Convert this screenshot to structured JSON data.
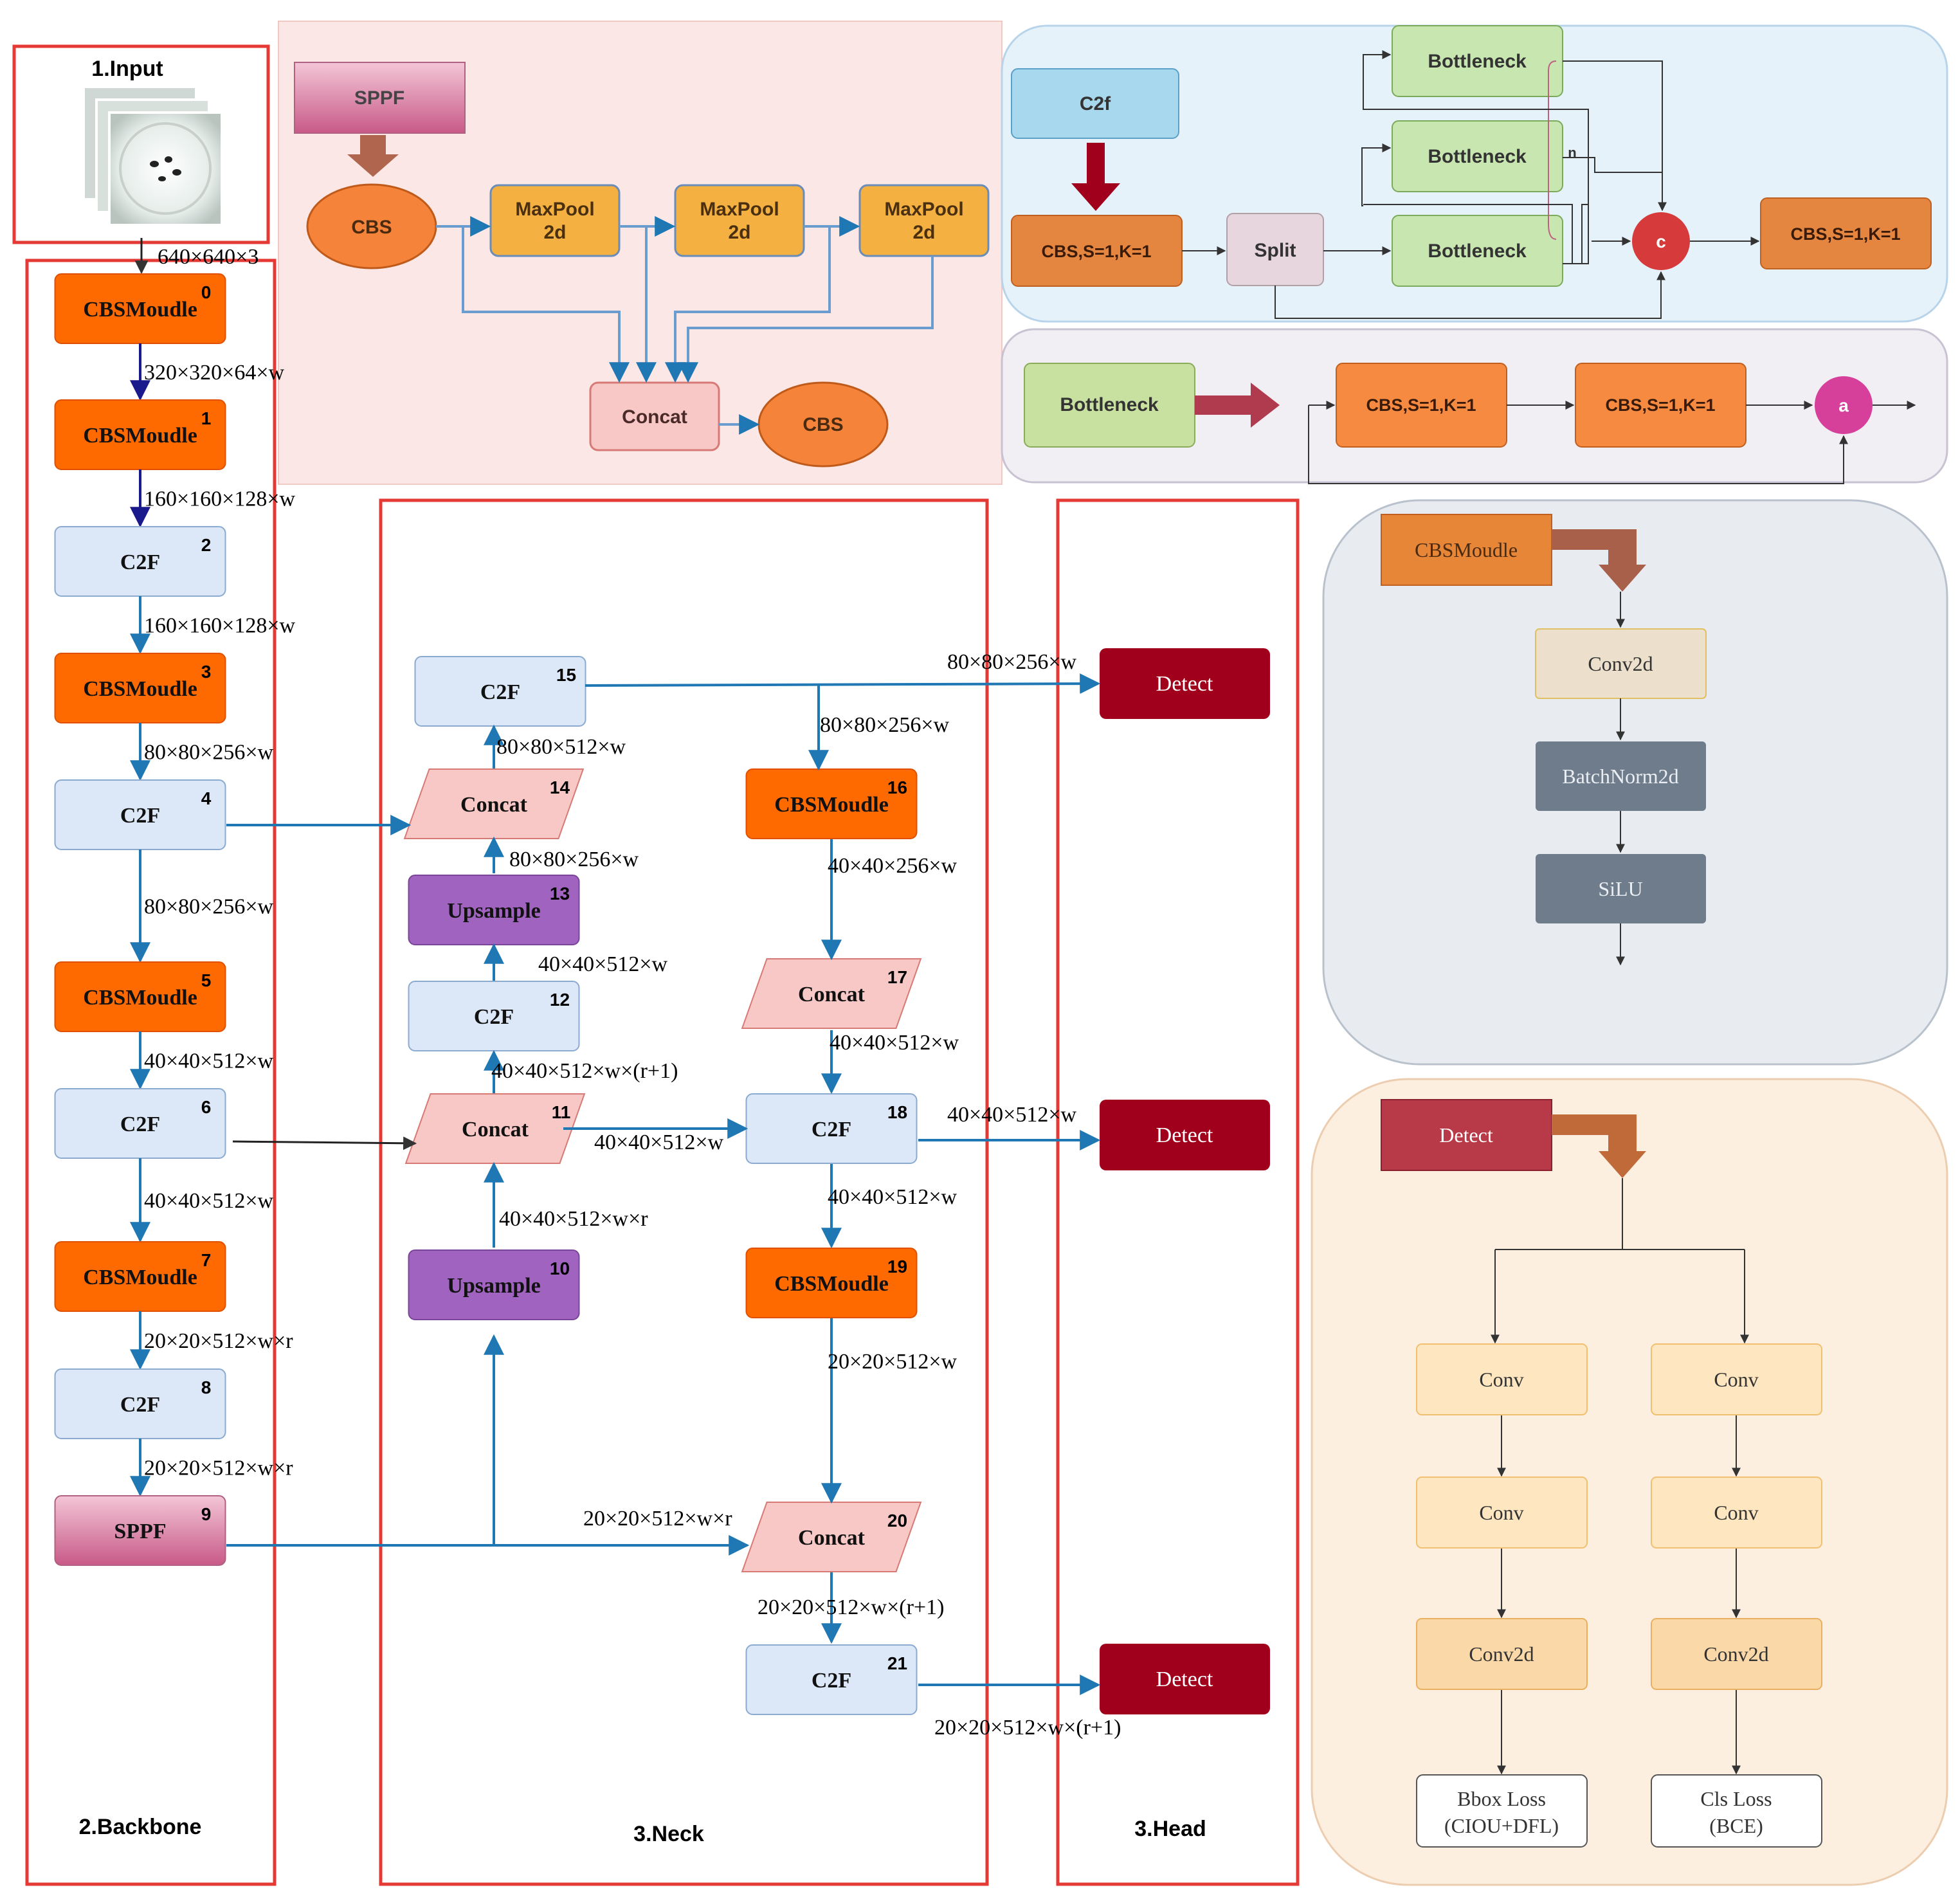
{
  "colors": {
    "red_frame": "#e53935",
    "orange_cbs": "#ff6a00",
    "light_blue": "#dce8f8",
    "purple": "#a064c0",
    "pink": "#f8c8c6",
    "dark_red": "#a0001c",
    "arrow_blue": "#1f77b4"
  },
  "sections": {
    "input": "1.Input",
    "backbone": "2.Backbone",
    "neck": "3.Neck",
    "head": "3.Head"
  },
  "input_size": "640×640×3",
  "icon": "petri-dish-image",
  "backbone": [
    {
      "label": "CBSMoudle",
      "idx": "0",
      "out": "320×320×64×w"
    },
    {
      "label": "CBSMoudle",
      "idx": "1",
      "out": "160×160×128×w"
    },
    {
      "label": "C2F",
      "idx": "2",
      "out": "160×160×128×w"
    },
    {
      "label": "CBSMoudle",
      "idx": "3",
      "out": "80×80×256×w"
    },
    {
      "label": "C2F",
      "idx": "4",
      "out": "80×80×256×w"
    },
    {
      "label": "CBSMoudle",
      "idx": "5",
      "out": "40×40×512×w"
    },
    {
      "label": "C2F",
      "idx": "6",
      "out": "40×40×512×w"
    },
    {
      "label": "CBSMoudle",
      "idx": "7",
      "out": "20×20×512×w×r"
    },
    {
      "label": "C2F",
      "idx": "8",
      "out": "20×20×512×w×r"
    },
    {
      "label": "SPPF",
      "idx": "9"
    }
  ],
  "neck": {
    "n10": {
      "label": "Upsample",
      "idx": "10"
    },
    "n11": {
      "label": "Concat",
      "idx": "11"
    },
    "n12": {
      "label": "C2F",
      "idx": "12"
    },
    "n13": {
      "label": "Upsample",
      "idx": "13"
    },
    "n14": {
      "label": "Concat",
      "idx": "14"
    },
    "n15": {
      "label": "C2F",
      "idx": "15"
    },
    "n16": {
      "label": "CBSMoudle",
      "idx": "16"
    },
    "n17": {
      "label": "Concat",
      "idx": "17"
    },
    "n18": {
      "label": "C2F",
      "idx": "18"
    },
    "n19": {
      "label": "CBSMoudle",
      "idx": "19"
    },
    "n20": {
      "label": "Concat",
      "idx": "20"
    },
    "n21": {
      "label": "C2F",
      "idx": "21"
    }
  },
  "neck_labels": {
    "l10_11": "40×40×512×w×r",
    "l11_12": "40×40×512×w×(r+1)",
    "l12_13": "40×40×512×w",
    "l13_14": "80×80×256×w",
    "l14_15": "80×80×512×w",
    "l15_16": "80×80×256×w",
    "l16_17": "40×40×256×w",
    "l17_18": "40×40×512×w",
    "l11_18": "40×40×512×w",
    "l18_19": "40×40×512×w",
    "l19_20": "20×20×512×w",
    "l9_20": "20×20×512×w×r",
    "l20_21": "20×20×512×w×(r+1)",
    "l15_det": "80×80×256×w",
    "l18_det": "40×40×512×w",
    "l21_det": "20×20×512×w×(r+1)"
  },
  "head": {
    "detect": "Detect"
  },
  "sppf_panel": {
    "title": "SPPF",
    "cbs": "CBS",
    "maxpool": "MaxPool\n2d",
    "concat": "Concat"
  },
  "c2f_panel": {
    "title": "C2f",
    "cbs": "CBS,S=1,K=1",
    "split": "Split",
    "bottleneck": "Bottleneck",
    "n": "n",
    "c": "c"
  },
  "bottleneck_panel": {
    "title": "Bottleneck",
    "cbs": "CBS,S=1,K=1",
    "a": "a"
  },
  "cbs_panel": {
    "title": "CBSMoudle",
    "conv2d": "Conv2d",
    "bn": "BatchNorm2d",
    "silu": "SiLU"
  },
  "detect_panel": {
    "title": "Detect",
    "conv": "Conv",
    "conv2d": "Conv2d",
    "bbox1": "Bbox Loss",
    "bbox2": "(CIOU+DFL)",
    "cls1": "Cls Loss",
    "cls2": "(BCE)"
  }
}
